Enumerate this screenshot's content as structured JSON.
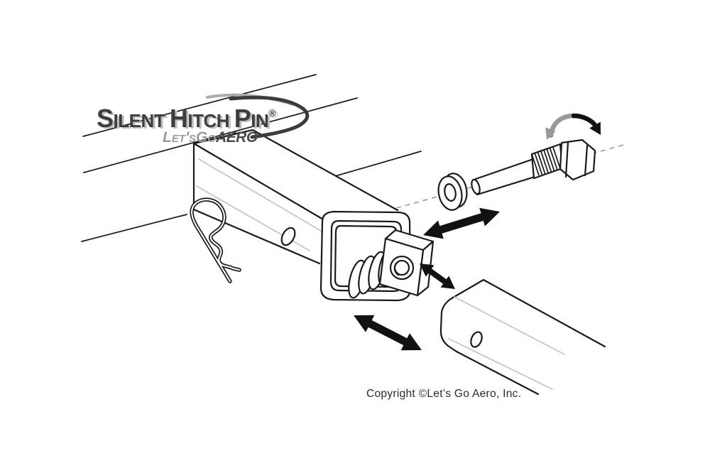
{
  "logo": {
    "s1": "S",
    "s1_rest": "ILENT",
    "s2": "H",
    "s2_rest": "ITCH",
    "s3": "P",
    "s3_rest": "IN",
    "registered": "®",
    "sub_script": "Let'sGo",
    "sub_bold": "AERO"
  },
  "footer": {
    "copyright": "Copyright ©Let’s Go Aero, Inc."
  },
  "diagram": {
    "background": "#ffffff",
    "line_color": "#1a1a1a",
    "faint_line_color": "#c4c4c4",
    "arrow_color": "#111111",
    "rotation_arrow_gray": "#999999",
    "logo_text_color": "#3e3e3e",
    "logo_sub_light": "#9b9b9b",
    "logo_sub_dark": "#4a4a4a",
    "components": [
      "receiver-tube",
      "receiver-flange",
      "coil-spring",
      "threaded-nut-block",
      "r-clip",
      "flat-washer",
      "hitch-pin-bolt",
      "hex-bolt-head",
      "draw-bar",
      "rotation-arrow",
      "insertion-arrow",
      "alignment-dashed-line"
    ]
  }
}
